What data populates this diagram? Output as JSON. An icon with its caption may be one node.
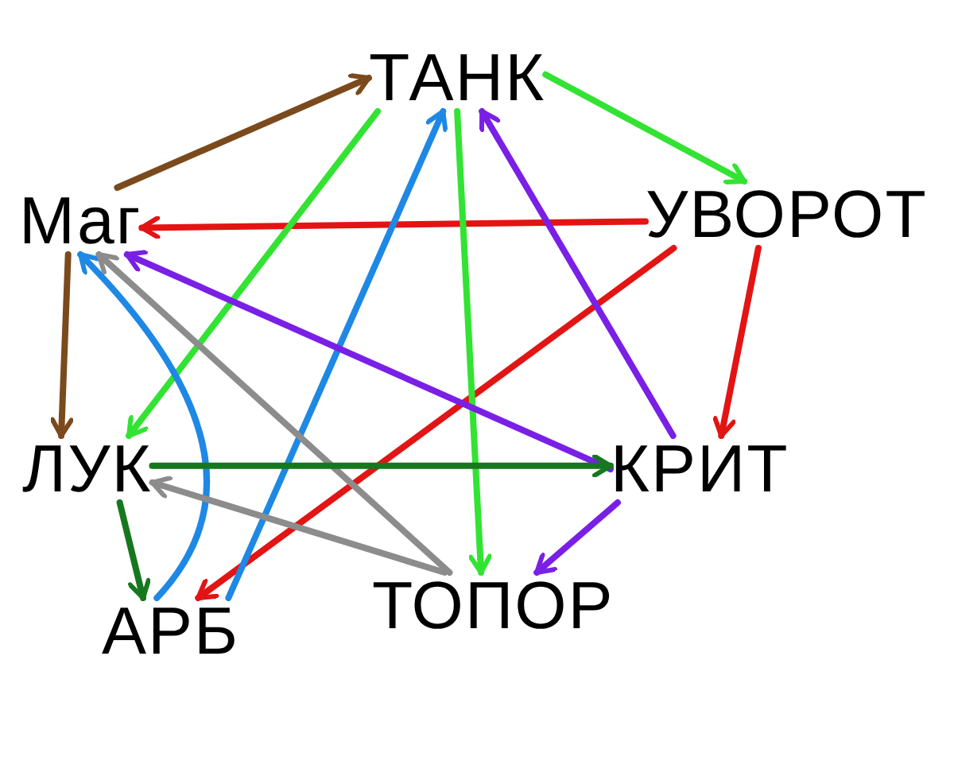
{
  "diagram": {
    "nodes": [
      {
        "text": [
          "ТАНК"
        ]
      },
      {
        "text": [
          "Маг"
        ]
      },
      {
        "text": [
          "УВОРОТ"
        ]
      },
      {
        "text": [
          "ЛУК"
        ]
      },
      {
        "text": [
          "КРИТ"
        ]
      },
      {
        "text": [
          "АРБ"
        ]
      },
      {
        "text": [
          "ТОПОР"
        ]
      }
    ],
    "edges": [
      {
        "from": 1,
        "to": 0,
        "arrow": "to",
        "color": "#7b4a1c"
      },
      {
        "from": 1,
        "to": 3,
        "arrow": "to",
        "color": "#7b4a1c"
      },
      {
        "from": 2,
        "to": 1,
        "arrow": "to",
        "color": "#e31414"
      },
      {
        "from": 2,
        "to": 5,
        "arrow": "to",
        "color": "#e31414"
      },
      {
        "from": 2,
        "to": 4,
        "arrow": "to",
        "color": "#e31414"
      },
      {
        "from": 0,
        "to": 2,
        "arrow": "to",
        "color": "#33e333"
      },
      {
        "from": 0,
        "to": 3,
        "arrow": "to",
        "color": "#33e333"
      },
      {
        "from": 0,
        "to": 6,
        "arrow": "to",
        "color": "#33e333"
      },
      {
        "from": 5,
        "to": 0,
        "arrow": "to",
        "color": "#1e88e5"
      },
      {
        "from": 5,
        "to": 1,
        "arrow": "to",
        "color": "#1e88e5"
      },
      {
        "from": 6,
        "to": 1,
        "arrow": "to",
        "color": "#8c8c8c"
      },
      {
        "from": 6,
        "to": 3,
        "arrow": "to",
        "color": "#8c8c8c"
      },
      {
        "from": 4,
        "to": 1,
        "arrow": "to",
        "color": "#7a1fe6"
      },
      {
        "from": 4,
        "to": 0,
        "arrow": "to",
        "color": "#7a1fe6"
      },
      {
        "from": 4,
        "to": 6,
        "arrow": "to",
        "color": "#7a1fe6"
      },
      {
        "from": 3,
        "to": 4,
        "arrow": "to",
        "color": "#16781e"
      },
      {
        "from": 3,
        "to": 5,
        "arrow": "to",
        "color": "#16781e"
      }
    ]
  }
}
